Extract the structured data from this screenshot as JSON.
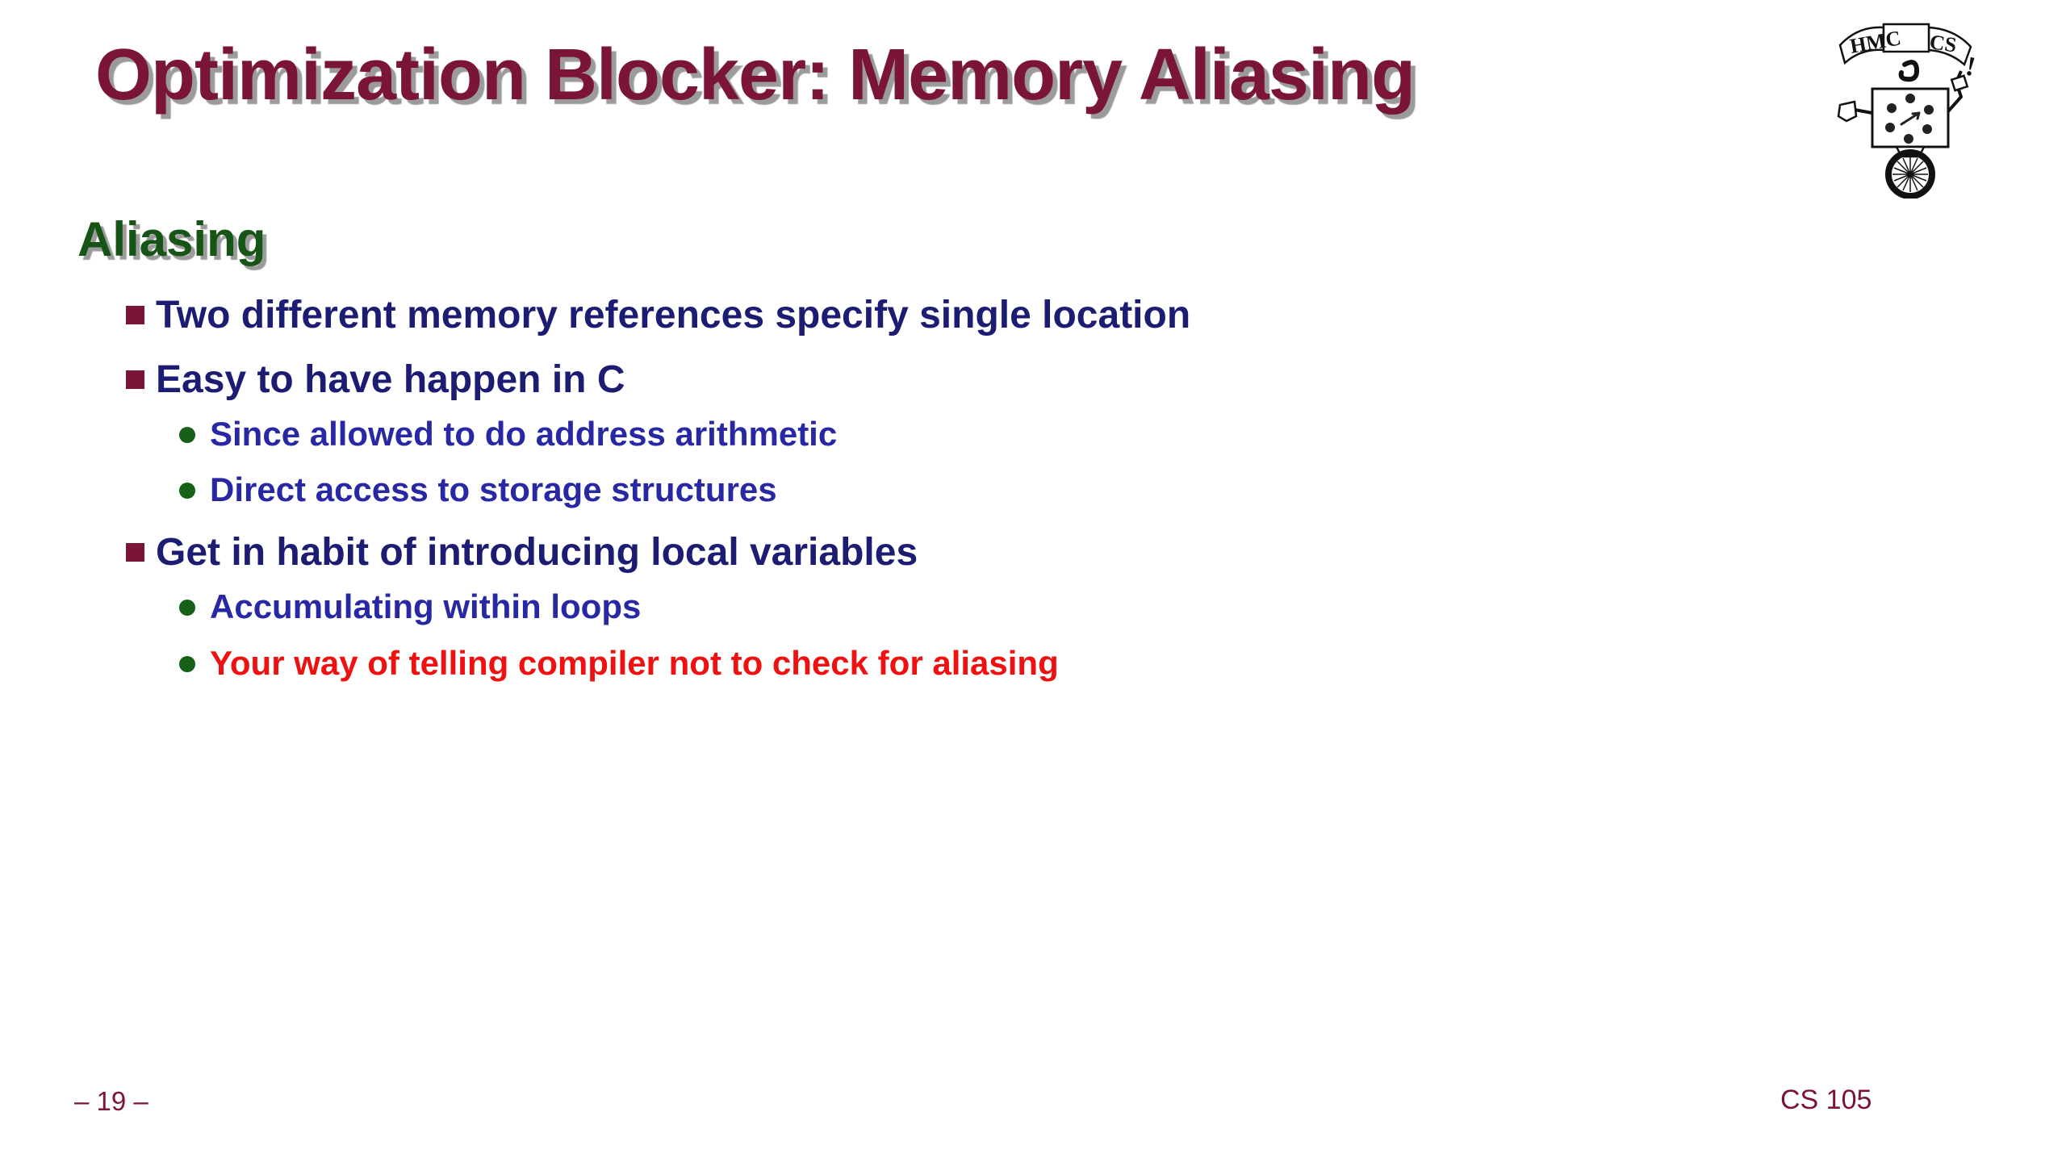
{
  "slide": {
    "title": "Optimization Blocker: Memory Aliasing",
    "section_heading": "Aliasing",
    "bullets": [
      {
        "level": 1,
        "color": "navy",
        "text": "Two different memory references specify single location"
      },
      {
        "level": 1,
        "color": "navy",
        "text": "Easy to have happen in C"
      },
      {
        "level": 2,
        "color": "blue",
        "text": "Since allowed to do address arithmetic"
      },
      {
        "level": 2,
        "color": "blue",
        "text": "Direct access to storage structures"
      },
      {
        "level": 1,
        "color": "navy",
        "text": "Get in habit of introducing local variables"
      },
      {
        "level": 2,
        "color": "blue",
        "text": "Accumulating within loops"
      },
      {
        "level": 2,
        "color": "red",
        "text": "Your way of telling compiler not to check for aliasing"
      }
    ],
    "footer": {
      "page_number": "– 19 –",
      "course_label": "CS 105"
    },
    "logo": {
      "banner_left": "HMC",
      "banner_right": "CS",
      "exclamation": "!"
    },
    "colors": {
      "title_maroon": "#7A1537",
      "heading_green": "#175517",
      "level1_navy": "#1C1C72",
      "level2_blue": "#2828A4",
      "emphasis_red": "#EF1010",
      "bullet_square_maroon": "#7A1438",
      "bullet_dot_green": "#176017",
      "shadow_gray": "#9B9B9B"
    }
  }
}
